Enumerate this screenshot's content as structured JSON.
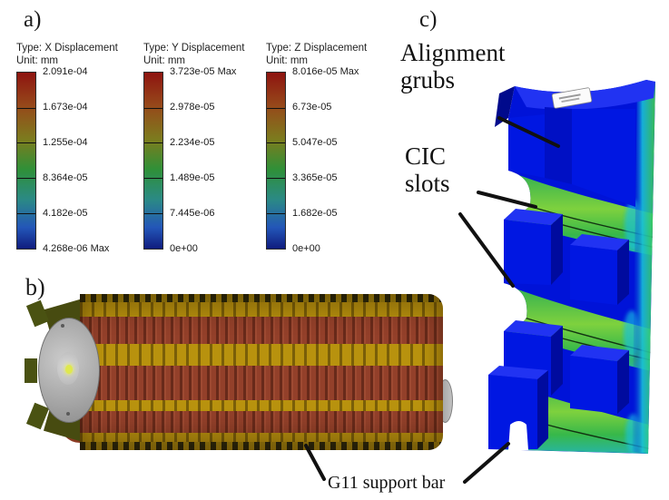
{
  "figure": {
    "background": "#ffffff",
    "panel_a_label": "a)",
    "panel_b_label": "b)",
    "panel_c_label": "c)",
    "legends": [
      {
        "type_line": "Type: X Displacement",
        "unit_line": "Unit: mm",
        "ticks": [
          "2.091e-04",
          "1.673e-04",
          "1.255e-04",
          "8.364e-05",
          "4.182e-05",
          "4.268e-06 Max"
        ]
      },
      {
        "type_line": "Type: Y Displacement",
        "unit_line": "Unit: mm",
        "ticks": [
          "3.723e-05 Max",
          "2.978e-05",
          "2.234e-05",
          "1.489e-05",
          "7.445e-06",
          "0e+00"
        ]
      },
      {
        "type_line": "Type: Z Displacement",
        "unit_line": "Unit: mm",
        "ticks": [
          "8.016e-05 Max",
          "6.73e-05",
          "5.047e-05",
          "3.365e-05",
          "1.682e-05",
          "0e+00"
        ]
      }
    ],
    "annotations": {
      "alignment_grubs_line1": "Alignment",
      "alignment_grubs_line2": "grubs",
      "cic_slots_line1": "CIC",
      "cic_slots_line2": "slots",
      "g11_support_bar": "G11 support bar"
    },
    "colors": {
      "colorbar_max_red": "#8e1410",
      "colorbar_min_blue": "#101c7e",
      "model_blue": "#0013d8",
      "slot_green": "#3cb93c",
      "edge_cyan": "#18c0d8",
      "coil_red_brown": "#93402a",
      "support_bar_yellow": "#b8920e",
      "end_plate_gray": "#ababab"
    }
  }
}
